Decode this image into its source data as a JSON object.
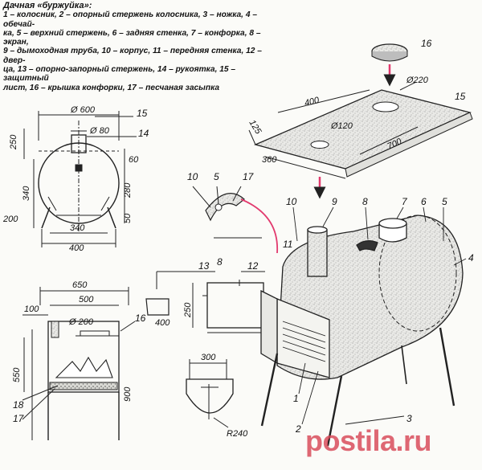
{
  "legend": {
    "title": "Дачная «буржуйка»:",
    "lines": [
      "1 – колосник, 2 – опорный стержень колосника, 3 – ножка, 4 – обечай-",
      "ка, 5 – верхний стержень, 6 – задняя стенка, 7 – конфорка, 8 – экран,",
      "9 – дымоходная труба, 10 – корпус, 11 – передняя стенка, 12 – двер-",
      "ца, 13 – опорно-запорный стержень, 14 – рукоятка, 15 – защитный",
      "лист, 16 – крышка конфорки, 17 – песчаная засыпка"
    ]
  },
  "front_view": {
    "dims": {
      "d600": "Ø 600",
      "d80": "Ø 80",
      "h250": "250",
      "h60": "60",
      "h340": "340",
      "h280": "280",
      "w200": "200",
      "w340": "340",
      "w400": "400",
      "h50": "50"
    },
    "labels": {
      "l15": "15",
      "l14": "14"
    }
  },
  "side_view": {
    "dims": {
      "w650": "650",
      "w500": "500",
      "h100": "100",
      "d200": "Ø 200",
      "h550": "550",
      "h900": "900"
    },
    "labels": {
      "l16": "16",
      "l18": "18",
      "l17": "17"
    }
  },
  "door": {
    "dims": {
      "w400": "400",
      "h250": "250"
    },
    "labels": {
      "l13": "13",
      "l12": "12"
    }
  },
  "grate_detail": {
    "dims": {
      "w300": "300",
      "r240": "R240"
    }
  },
  "shield": {
    "dims": {
      "d220": "Ø220",
      "w400": "400",
      "w125": "125",
      "d120": "Ø120",
      "w700": "700",
      "w360": "360"
    },
    "labels": {
      "l16": "16",
      "l15": "15"
    }
  },
  "detail_labels": {
    "l10": "10",
    "l5": "5",
    "l17": "17",
    "l11": "11",
    "l8": "8"
  },
  "stove_labels": {
    "l10": "10",
    "l9": "9",
    "l8": "8",
    "l7": "7",
    "l6": "6",
    "l5": "5",
    "l4": "4",
    "l1": "1",
    "l2": "2",
    "l3": "3"
  },
  "watermark": "postila.ru",
  "colors": {
    "accent": "#e23a6e",
    "ink": "#1a1a1a",
    "speckle": "#cfcfcf"
  }
}
